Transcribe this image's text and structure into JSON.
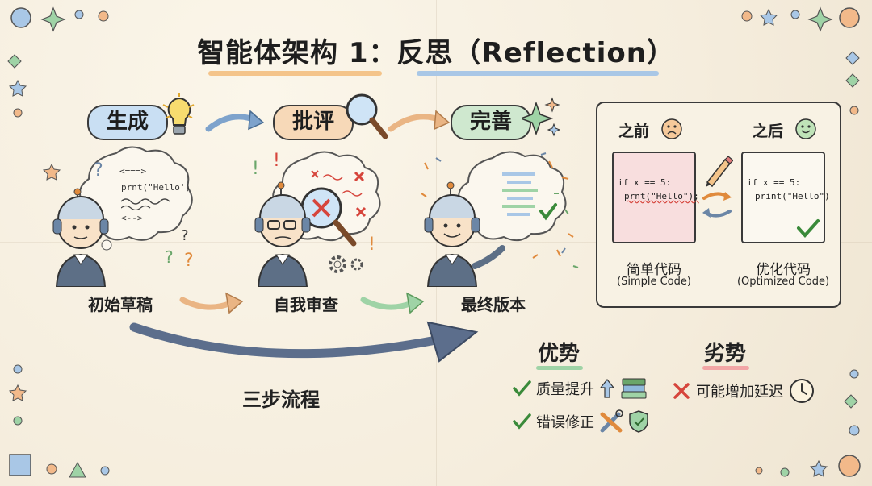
{
  "title": "智能体架构 1：反思（Reflection）",
  "stages": [
    {
      "label": "生成",
      "caption": "初始草稿",
      "color": "#c9dff3"
    },
    {
      "label": "批评",
      "caption": "自我审查",
      "color": "#f7d9b8"
    },
    {
      "label": "完善",
      "caption": "最终版本",
      "color": "#cfe8cf"
    }
  ],
  "draft_bubble": {
    "line1": "<===>",
    "line2": "prnt(\"Hello')",
    "line3": "<-->"
  },
  "flow_label": "三步流程",
  "comparison": {
    "before": {
      "heading": "之前",
      "line1": "if x == 5:",
      "line2": "prnt(\"Hello\");",
      "label": "简单代码",
      "sublabel": "(Simple Code)"
    },
    "after": {
      "heading": "之后",
      "line1": "if x == 5:",
      "line2": "print(\"Hello\")",
      "label": "优化代码",
      "sublabel": "(Optimized Code)"
    }
  },
  "pros": {
    "heading": "优势",
    "items": [
      "质量提升",
      "错误修正"
    ]
  },
  "cons": {
    "heading": "劣势",
    "items": [
      "可能增加延迟"
    ]
  },
  "icons": [
    "lightbulb-icon",
    "magnifier-icon",
    "sparkle-icon",
    "robot-icon",
    "pencil-icon",
    "check-icon",
    "cross-icon",
    "clock-icon",
    "books-icon",
    "tools-icon",
    "shield-icon",
    "sad-face-icon",
    "happy-face-icon",
    "gear-icon"
  ],
  "colors": {
    "blue": "#c9dff3",
    "orange": "#f7d9b8",
    "green": "#cfe8cf",
    "check": "#3a8a3a",
    "cross": "#d6453c"
  }
}
